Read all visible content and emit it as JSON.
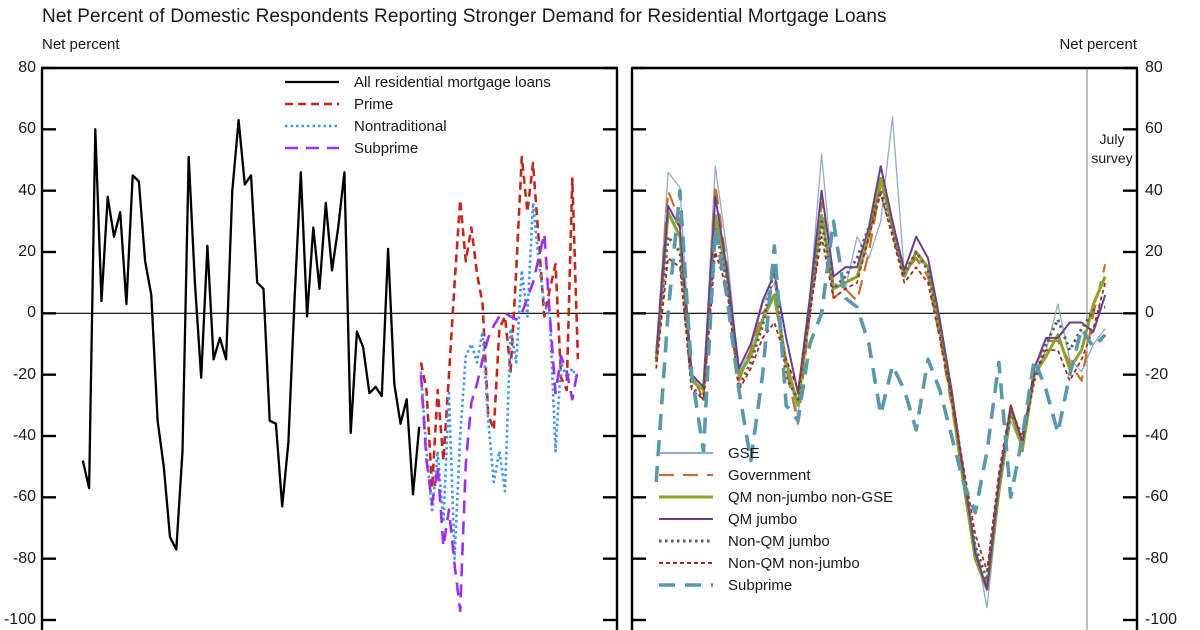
{
  "title": "Net Percent of Domestic Respondents Reporting Stronger Demand for Residential Mortgage Loans",
  "y_axis": {
    "label_left": "Net percent",
    "label_right": "Net percent",
    "ticks": [
      80,
      60,
      40,
      20,
      0,
      -20,
      -40,
      -60,
      -80,
      -100
    ]
  },
  "annotation": {
    "line1": "July",
    "line2": "survey"
  },
  "chart_data": {
    "type": "line",
    "ylim": [
      -100,
      80
    ],
    "grid": false,
    "zero_line": true,
    "x_axis_labels_visible": false,
    "panels": [
      {
        "name": "all-loans-and-legacy-categories",
        "legend_position": "top-center",
        "series": [
          {
            "name": "All residential mortgage loans",
            "color": "#000000",
            "dash": "",
            "width": 2.3,
            "span": [
              0.071,
              0.656
            ],
            "values": [
              -48,
              -57,
              60,
              4,
              38,
              25,
              33,
              3,
              45,
              43,
              17,
              6,
              -35,
              -50,
              -73,
              -77,
              -45,
              51,
              10,
              -21,
              22,
              -15,
              -8,
              -15,
              40,
              63,
              42,
              45,
              10,
              8,
              -35,
              -36,
              -63,
              -42,
              5,
              46,
              -1,
              28,
              8,
              36,
              14,
              28,
              46,
              -39,
              -6,
              -11,
              -26,
              -24,
              -27,
              21,
              -23,
              -36,
              -28,
              -59,
              -37
            ]
          },
          {
            "name": "Prime",
            "color": "#c2291c",
            "dash": "8 5",
            "width": 2.6,
            "span": [
              0.659,
              0.932
            ],
            "values": [
              -16,
              -25,
              -57,
              -25,
              -48,
              -20,
              10,
              37,
              17,
              28,
              13,
              3,
              -33,
              -38,
              -5,
              -1,
              -19,
              14,
              51,
              33,
              49,
              24,
              -1,
              8,
              16,
              -21,
              -25,
              44,
              -15
            ]
          },
          {
            "name": "Nontraditional",
            "color": "#4196f0",
            "dash": "2.5 3",
            "width": 2.6,
            "span": [
              0.659,
              0.932
            ],
            "values": [
              -19,
              -45,
              -65,
              -45,
              -68,
              -26,
              -80,
              -40,
              -14,
              -10,
              -16,
              -6,
              -35,
              -55,
              -45,
              -58,
              -5,
              -16,
              14,
              -1,
              36,
              17,
              3,
              -1,
              -45,
              -16,
              -21,
              -18,
              -22
            ]
          },
          {
            "name": "Subprime",
            "color": "#9c2ff0",
            "dash": "13 8",
            "width": 2.6,
            "span": [
              0.659,
              0.932
            ],
            "values": [
              -20,
              -48,
              -62,
              -50,
              -76,
              -64,
              -82,
              -97,
              -49,
              -29,
              -23,
              -15,
              -8,
              -4,
              -1,
              0,
              -1,
              -2,
              0,
              5,
              10,
              18,
              26,
              -1,
              -26,
              -14,
              -19,
              -28,
              -18
            ]
          }
        ]
      },
      {
        "name": "current-categories",
        "legend_position": "bottom-left",
        "annotation_x_frac": 0.901,
        "series": [
          {
            "name": "GSE",
            "color": "#8fadca",
            "dash": "",
            "width": 1.3,
            "span": [
              0.048,
              0.937
            ],
            "values": [
              -14,
              46,
              41,
              -21,
              -24,
              48,
              20,
              -19,
              -12,
              3,
              10,
              -15,
              -34,
              5,
              52,
              10,
              8,
              25,
              18,
              30,
              64,
              13,
              18,
              15,
              -5,
              -25,
              -55,
              -75,
              -96,
              -60,
              -35,
              -44,
              -20,
              -12,
              3,
              -15,
              -19,
              -10,
              -5
            ]
          },
          {
            "name": "Government",
            "color": "#c87030",
            "dash": "15 9",
            "width": 2.2,
            "span": [
              0.048,
              0.937
            ],
            "values": [
              -14,
              40,
              30,
              -20,
              -28,
              42,
              15,
              -22,
              -12,
              0,
              5,
              -18,
              -36,
              0,
              36,
              5,
              8,
              4,
              20,
              42,
              30,
              13,
              18,
              12,
              -8,
              -30,
              -55,
              -78,
              -88,
              -55,
              -32,
              -45,
              -18,
              -9,
              -9,
              -16,
              -22,
              0,
              16
            ]
          },
          {
            "name": "QM non-jumbo non-GSE",
            "color": "#8ba426",
            "dash": "",
            "width": 3,
            "span": [
              0.048,
              0.937
            ],
            "values": [
              -16,
              33,
              25,
              -22,
              -25,
              32,
              12,
              -20,
              -14,
              -2,
              6,
              -16,
              -30,
              2,
              32,
              8,
              10,
              12,
              25,
              44,
              28,
              12,
              20,
              15,
              -5,
              -28,
              -55,
              -80,
              -90,
              -58,
              -32,
              -44,
              -20,
              -14,
              -7,
              -18,
              -12,
              3,
              12
            ]
          },
          {
            "name": "QM jumbo",
            "color": "#6a3d91",
            "dash": "",
            "width": 2,
            "span": [
              0.048,
              0.937
            ],
            "values": [
              -13,
              35,
              28,
              -20,
              -24,
              38,
              14,
              -18,
              -10,
              4,
              13,
              -8,
              -26,
              5,
              40,
              12,
              15,
              15,
              28,
              48,
              30,
              14,
              25,
              18,
              -2,
              -25,
              -52,
              -78,
              -90,
              -55,
              -30,
              -42,
              -18,
              -8,
              -8,
              -3,
              -3,
              -6,
              6
            ]
          },
          {
            "name": "Non-QM jumbo",
            "color": "#5f5f5f",
            "dash": "2.5 3.5",
            "width": 3,
            "span": [
              0.048,
              0.937
            ],
            "values": [
              -15,
              25,
              20,
              -24,
              -28,
              28,
              10,
              -24,
              -16,
              -4,
              15,
              -21,
              -28,
              0,
              30,
              8,
              12,
              18,
              28,
              40,
              26,
              13,
              20,
              14,
              -4,
              -26,
              -52,
              -76,
              -87,
              -55,
              -32,
              -40,
              -22,
              -10,
              -2,
              -12,
              -5,
              1,
              2
            ]
          },
          {
            "name": "Non-QM non-jumbo",
            "color": "#a52a22",
            "dash": "4 3",
            "width": 1.8,
            "span": [
              0.048,
              0.937
            ],
            "values": [
              -18,
              18,
              15,
              -25,
              -28,
              20,
              8,
              -25,
              -18,
              -8,
              -3,
              -15,
              -25,
              0,
              25,
              5,
              8,
              10,
              25,
              39,
              25,
              10,
              15,
              10,
              -8,
              -28,
              -50,
              -72,
              -84,
              -52,
              -30,
              -42,
              -20,
              -12,
              -12,
              -22,
              -15,
              -5,
              10
            ]
          },
          {
            "name": "Subprime",
            "color": "#5a99ab",
            "dash": "16 10",
            "width": 3.6,
            "span": [
              0.048,
              0.937
            ],
            "values": [
              -55,
              0,
              40,
              -20,
              -45,
              28,
              5,
              -25,
              -48,
              -20,
              22,
              -30,
              -35,
              -10,
              0,
              30,
              5,
              2,
              -10,
              -33,
              -17,
              -25,
              -38,
              -15,
              -25,
              -40,
              -55,
              -65,
              -45,
              -16,
              -60,
              -40,
              -15,
              -25,
              -39,
              -20,
              -5,
              -11,
              -7
            ]
          }
        ]
      }
    ]
  }
}
